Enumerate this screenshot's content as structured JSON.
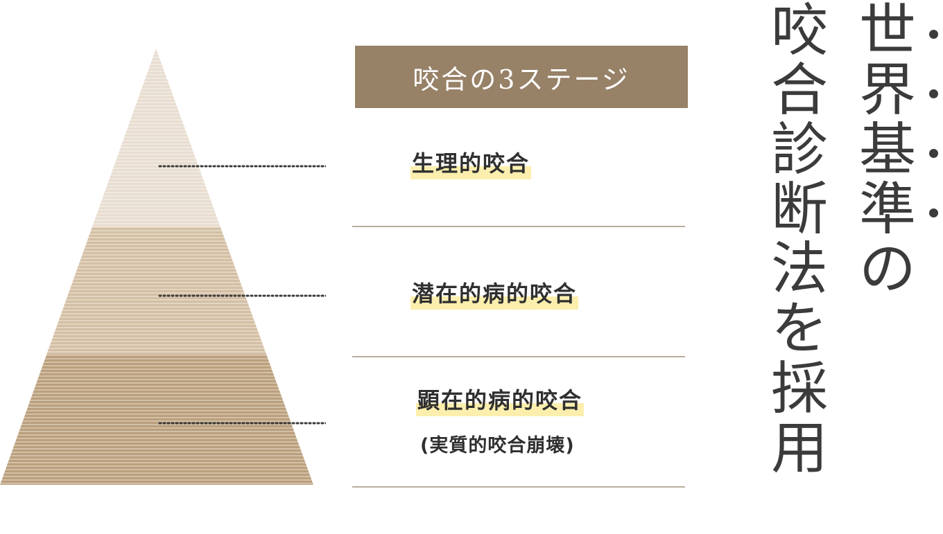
{
  "header": {
    "title": "咬合の3ステージ"
  },
  "stages": [
    {
      "label": "生理的咬合",
      "sub": ""
    },
    {
      "label": "潜在的病的咬合",
      "sub": ""
    },
    {
      "label": "顕在的病的咬合",
      "sub": "(実質的咬合崩壊)"
    }
  ],
  "title_columns": [
    {
      "text": "世界基準の"
    },
    {
      "text": "咬合診断法を採用"
    }
  ],
  "dots_count": 4,
  "colors": {
    "header_bg": "#978167",
    "tier_top": "#e8ddd0",
    "tier_mid": "#d4bfa3",
    "tier_bottom": "#bb9f7c",
    "highlight": "#fcefae",
    "divider": "#b9ad9e"
  }
}
